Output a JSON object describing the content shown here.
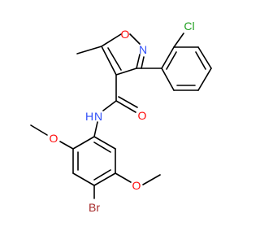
{
  "molecule": {
    "atom_labels": {
      "O_ring": "O",
      "N_ring": "N",
      "Cl": "Cl",
      "O_carbonyl": "O",
      "NH": "H",
      "N_amide": "N",
      "O_methoxy_upper": "O",
      "O_methoxy_lower": "O",
      "Br": "Br"
    },
    "colors": {
      "bond": "#000000",
      "oxygen": "#ff0d0d",
      "nitrogen": "#3050f8",
      "chlorine": "#1fa01f",
      "bromine": "#a62929"
    }
  }
}
